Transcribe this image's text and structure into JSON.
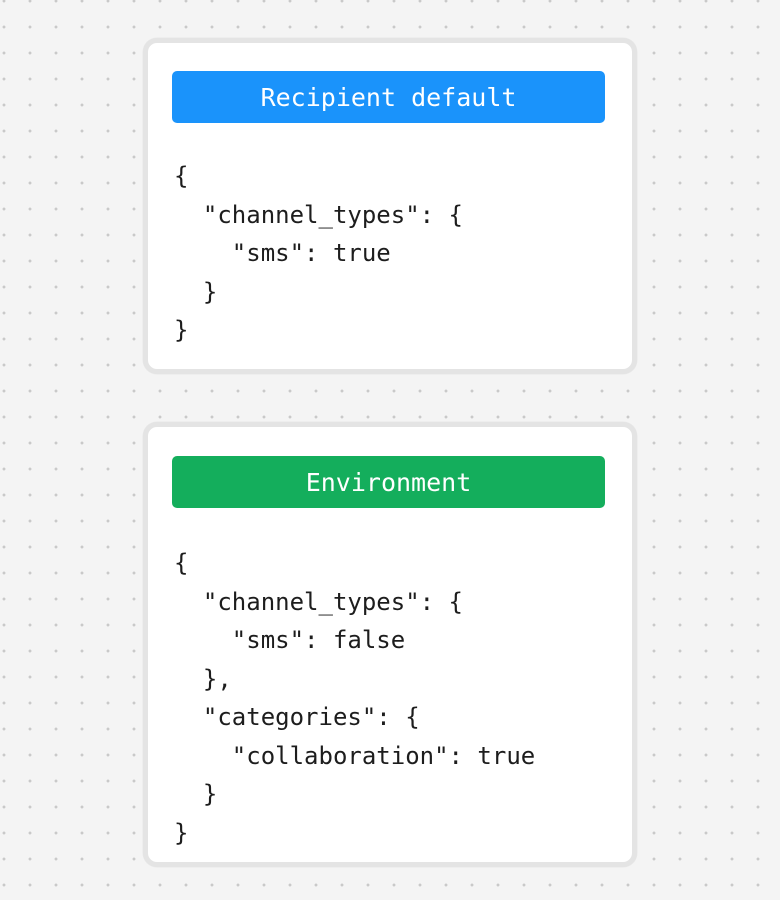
{
  "background": {
    "color": "#f4f4f4",
    "dot_color": "#c9c9c9",
    "pattern": "dot-grid"
  },
  "cards": [
    {
      "id": "recipient-default",
      "header": {
        "title": "Recipient default",
        "background_color": "#1A93FB",
        "text_color": "#ffffff"
      },
      "json_lines": [
        "{",
        "  \"channel_types\": {",
        "    \"sms\": true",
        "  }",
        "}"
      ],
      "json_value": {
        "channel_types": {
          "sms": true
        }
      }
    },
    {
      "id": "environment",
      "header": {
        "title": "Environment",
        "background_color": "#14AE5C",
        "text_color": "#ffffff"
      },
      "json_lines": [
        "{",
        "  \"channel_types\": {",
        "    \"sms\": false",
        "  },",
        "  \"categories\": {",
        "    \"collaboration\": true",
        "  }",
        "}"
      ],
      "json_value": {
        "channel_types": {
          "sms": false
        },
        "categories": {
          "collaboration": true
        }
      }
    }
  ]
}
